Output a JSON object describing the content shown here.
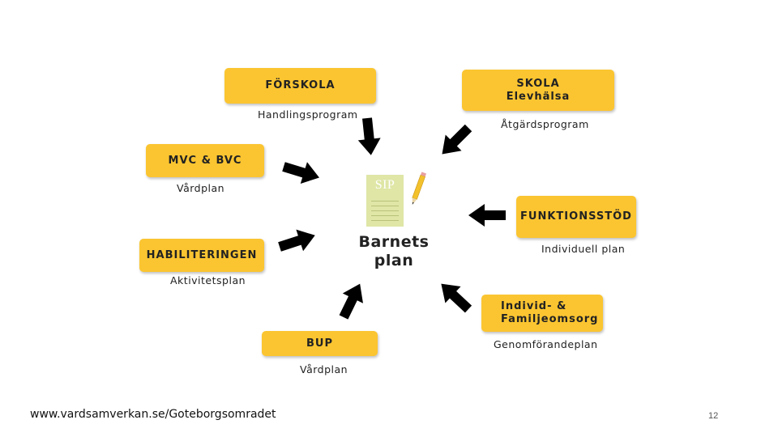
{
  "boxes": {
    "forskola": {
      "label": "FÖRSKOLA",
      "plan": "Handlingsprogram"
    },
    "skola": {
      "label": "SKOLA",
      "sublabel": "Elevhälsa",
      "plan": "Åtgärdsprogram"
    },
    "mvc": {
      "label": "MVC & BVC",
      "plan": "Vårdplan"
    },
    "funktionsstod": {
      "label": "FUNKTIONSSTÖD",
      "plan": "Individuell plan"
    },
    "habilitering": {
      "label": "HABILITERINGEN",
      "plan": "Aktivitetsplan"
    },
    "ifo": {
      "label_line1": "Individ- &",
      "label_line2": "Familjeomsorg",
      "plan": "Genomförandeplan"
    },
    "bup": {
      "label": "BUP",
      "plan": "Vårdplan"
    }
  },
  "center": {
    "line1": "Barnets",
    "line2": "plan",
    "icon_text": "SIP",
    "icon": "document-with-pencil-icon"
  },
  "footer": {
    "url": "www.vardsamverkan.se/Goteborgsomradet",
    "page_number": "12"
  },
  "colors": {
    "box": "#fbc531",
    "arrow": "#000000",
    "sip_paper": "#dfe6a6",
    "pencil": "#f3c12b"
  }
}
